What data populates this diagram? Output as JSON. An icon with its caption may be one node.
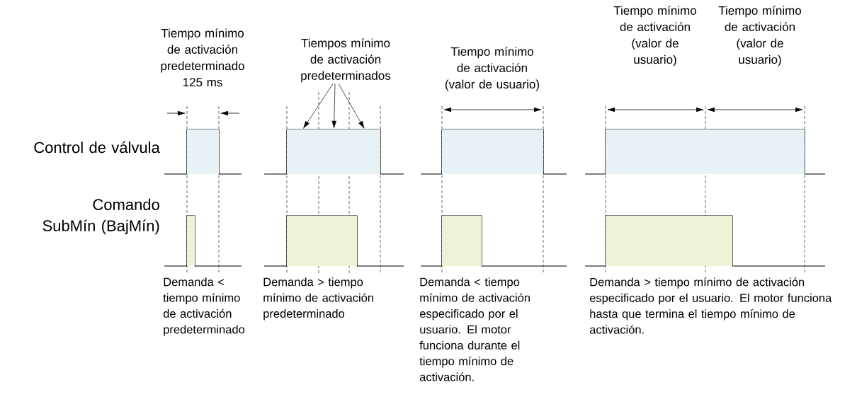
{
  "diagram": {
    "nodes": [
      {
        "text": [
          "Tiempos mínimo de activación predeterminados"
        ]
      },
      {
        "text": [],
        "shape": "box"
      },
      {
        "text": [],
        "shape": "box"
      },
      {
        "text": [],
        "shape": "box"
      },
      {
        "text": [],
        "shape": "box"
      },
      {
        "text": [],
        "shape": "box"
      },
      {
        "text": [],
        "shape": "box"
      },
      {
        "text": [],
        "shape": "box"
      },
      {
        "text": [],
        "shape": "box"
      },
      {
        "text": [],
        "shape": "box"
      },
      {
        "text": [],
        "shape": "box"
      }
    ],
    "edges": [
      {
        "from": 0,
        "to": 2,
        "arrow": "to"
      },
      {
        "from": 0,
        "to": 3,
        "arrow": "to"
      },
      {
        "from": 0,
        "to": 4,
        "arrow": "to"
      }
    ],
    "labels": [
      "Tiempo mínimo de activación predeterminado 125 ms",
      "Tiempo mínimo de activación (valor de usuario)",
      "Tiempo mínimo de activación (valor de usuario)",
      "Tiempo mínimo de activación (valor de usuario)",
      "Control de válvula",
      "Comando SubMín (BajMín)",
      "Demanda < tiempo mínimo de activación predeterminado",
      "Demanda > tiempo mínimo de activación predeterminado",
      "Demanda < tiempo mínimo de activación especificado por el usuario. El motor funciona durante el tiempo mínimo de activación.",
      "Demanda > tiempo mínimo de activación especificado por el usuario. El motor funciona hasta que termina el tiempo mínimo de activación."
    ]
  }
}
